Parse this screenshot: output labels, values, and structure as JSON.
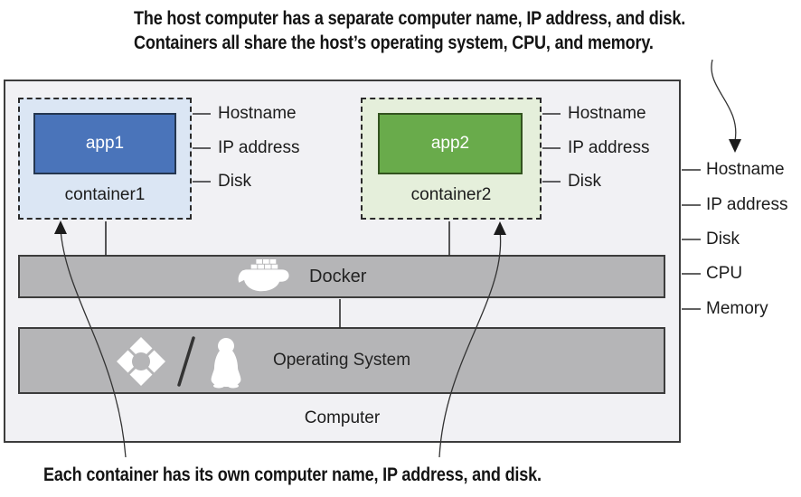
{
  "annotations": {
    "top_line1": "The host computer has a separate computer name, IP address, and disk.",
    "top_line2": "Containers all share the host’s operating system, CPU, and memory.",
    "bottom": "Each container has its own computer name, IP address, and disk."
  },
  "containers": [
    {
      "app_label": "app1",
      "container_label": "container1",
      "resources": [
        "Hostname",
        "IP address",
        "Disk"
      ]
    },
    {
      "app_label": "app2",
      "container_label": "container2",
      "resources": [
        "Hostname",
        "IP address",
        "Disk"
      ]
    }
  ],
  "host": {
    "resources": [
      "Hostname",
      "IP address",
      "Disk",
      "CPU",
      "Memory"
    ],
    "docker_label": "Docker",
    "os_label": "Operating System",
    "computer_label": "Computer"
  },
  "icons": [
    "docker-whale-icon",
    "life-ring-icon",
    "slash-divider",
    "tux-penguin-icon"
  ],
  "colors": {
    "app1_fill": "#4a74ba",
    "app2_fill": "#69ab4b",
    "container1_fill": "#dbe6f4",
    "container2_fill": "#e5efdb",
    "layer_bar_fill": "#b5b5b7",
    "host_box_fill": "#f1f1f4",
    "line_color": "#2e2e2e"
  }
}
